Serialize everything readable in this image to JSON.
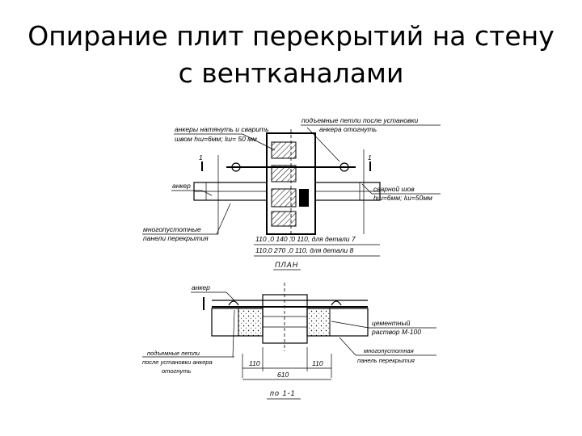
{
  "slide": {
    "title_line1": "Опирание плит перекрытий на стену",
    "title_line2": "с вентканалами"
  },
  "plan": {
    "label_anchors_weld": "анкеры натянуть и сварить",
    "label_anchors_weld_2": "швом hш=6мм; lш= 50 мм",
    "label_lifting_loops": "подъемные петли после установки",
    "label_lifting_loops_2": "анкера отогнуть",
    "label_anchor": "анкер",
    "label_weld": "сварной шов",
    "label_weld_2": "hш=6мм; lш=50мм",
    "label_panels": "многопустотные",
    "label_panels_2": "панели перекрытия",
    "dims_line1": "110 ,0 140  ,0 110, для детали 7",
    "dims_line2": "110,0 270  ,0 110, для детали 8",
    "section_mark_left": "1",
    "section_mark_right": "1",
    "caption": "ПЛАН"
  },
  "section": {
    "label_anchor": "анкер",
    "label_cement": "цементный",
    "label_cement_2": "раствор М-100",
    "label_lifting_loops": "подъемные петли",
    "label_lifting_loops_2": "после установки анкера",
    "label_lifting_loops_3": "отогнуть",
    "label_panel": "многопустотная",
    "label_panel_2": "панель перекрытия",
    "dim_left": "110",
    "dim_right": "110",
    "dim_total": "610",
    "caption": "по 1-1"
  }
}
